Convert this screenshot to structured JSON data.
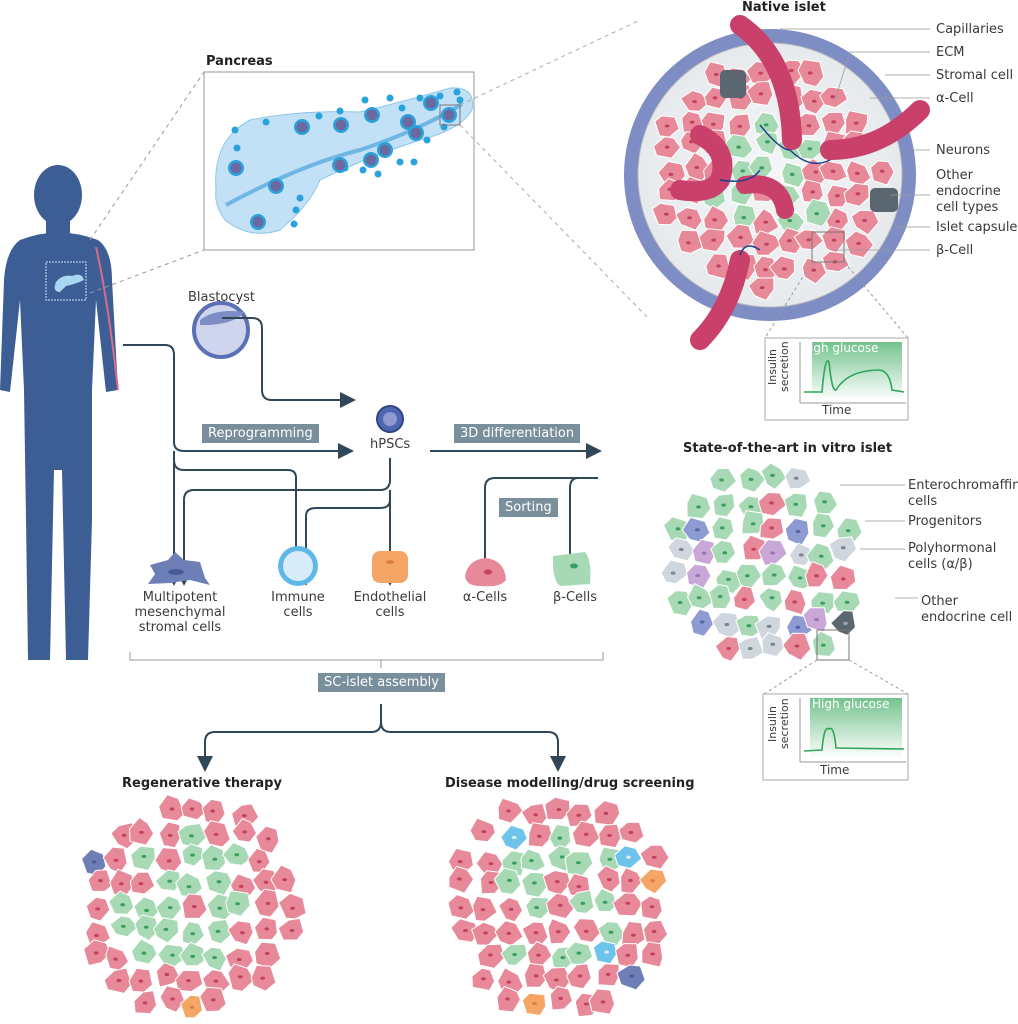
{
  "titles": {
    "pancreas": "Pancreas",
    "native_islet": "Native islet",
    "in_vitro_islet": "State-of-the-art in vitro islet",
    "regenerative": "Regenerative therapy",
    "disease": "Disease modelling/drug screening"
  },
  "native_labels": [
    "Capillaries",
    "ECM",
    "Stromal cell",
    "α-Cell",
    "Neurons",
    "Other",
    "endocrine",
    "cell types",
    "Islet capsule",
    "β-Cell"
  ],
  "invitro_labels": [
    "Enterochromaffin",
    "cells",
    "Progenitors",
    "Polyhormonal",
    "cells (α/β)",
    "Other",
    "endocrine cell"
  ],
  "flow": {
    "blastocyst": "Blastocyst",
    "hpscs": "hPSCs",
    "reprogramming": "Reprogramming",
    "differentiation": "3D differentiation",
    "sorting": "Sorting",
    "assembly": "SC-islet assembly"
  },
  "cell_types": [
    {
      "lines": [
        "Multipotent",
        "mesenchymal",
        "stromal cells"
      ],
      "color": "#6e7fb8"
    },
    {
      "lines": [
        "Immune",
        "cells"
      ],
      "color": "#6ec3ea"
    },
    {
      "lines": [
        "Endothelial",
        "cells"
      ],
      "color": "#f5a565"
    },
    {
      "lines": [
        "α-Cells"
      ],
      "color": "#e8899a"
    },
    {
      "lines": [
        "β-Cells"
      ],
      "color": "#9fd3ab"
    }
  ],
  "graph_native": {
    "ylabel1": "Insulin",
    "ylabel2": "secretion",
    "xlabel": "Time",
    "band": "High glucose"
  },
  "graph_invitro": {
    "ylabel1": "Insulin",
    "ylabel2": "secretion",
    "xlabel": "Time",
    "band": "High glucose"
  },
  "colors": {
    "body": "#3d5e95",
    "alpha": "#e8899a",
    "beta": "#a7d9b4",
    "stromal": "#6e7fb8",
    "capillary": "#c9406a",
    "box": "#7a8f9c",
    "arrow": "#2f4756",
    "graph": "#2fa65a"
  }
}
